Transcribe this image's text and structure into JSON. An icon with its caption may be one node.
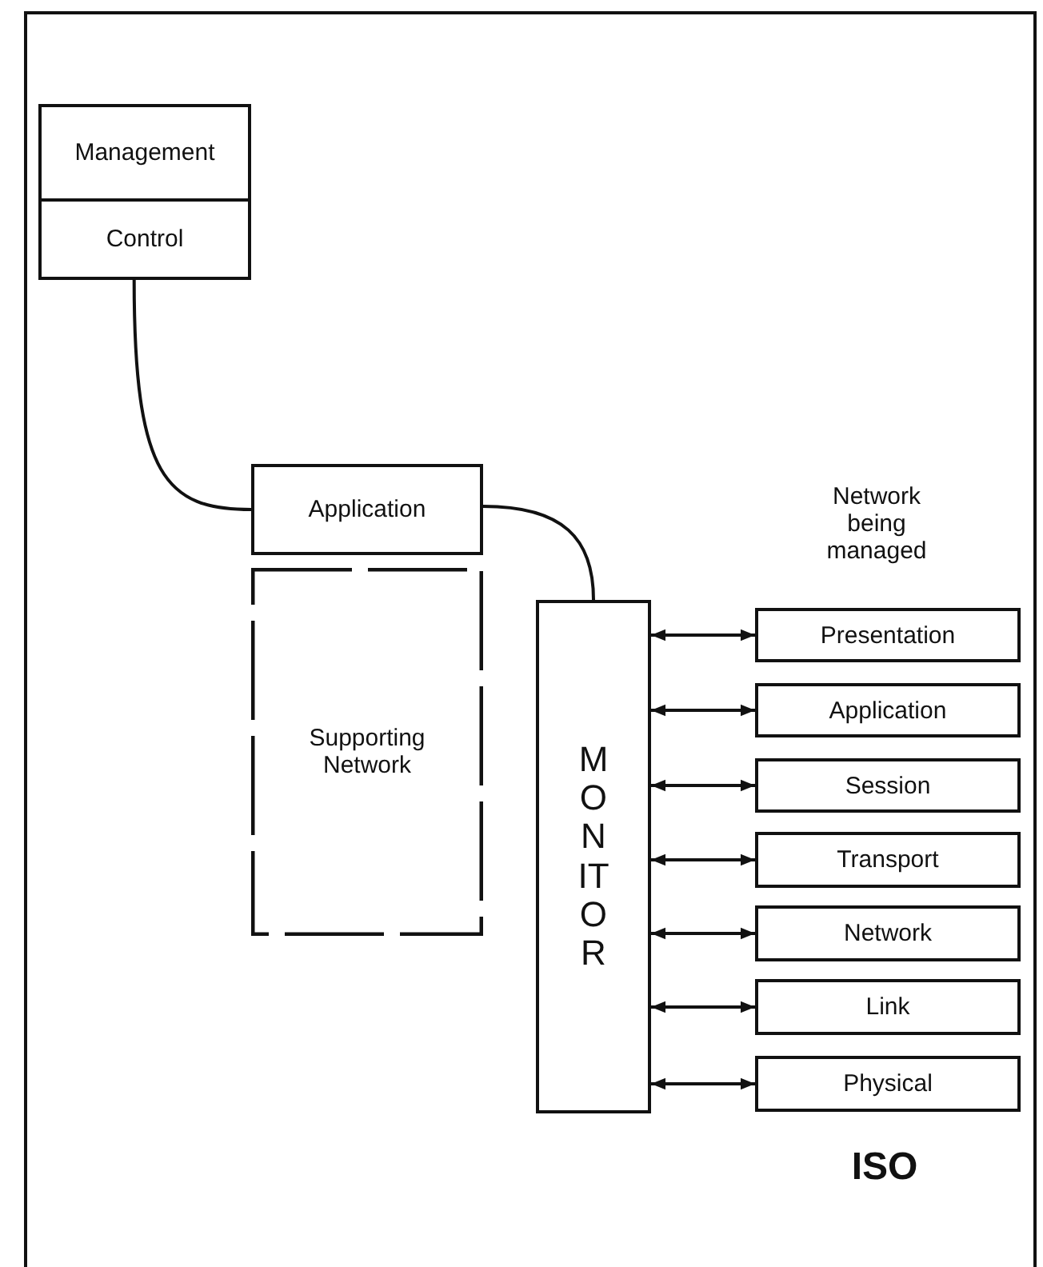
{
  "diagram": {
    "nodes": [
      {
        "text": [
          "Management"
        ]
      },
      {
        "text": [
          "Control"
        ]
      },
      {
        "text": [
          "Application"
        ]
      },
      {
        "text": [
          "Supporting Network"
        ]
      },
      {
        "text": [
          "MONITOR"
        ]
      },
      {
        "text": [
          "Presentation"
        ]
      },
      {
        "text": [
          "Application"
        ]
      },
      {
        "text": [
          "Session"
        ]
      },
      {
        "text": [
          "Transport"
        ]
      },
      {
        "text": [
          "Network"
        ]
      },
      {
        "text": [
          "Link"
        ]
      },
      {
        "text": [
          "Physical"
        ]
      }
    ],
    "edges": [
      {
        "from": 1,
        "to": 2,
        "arrow": "none"
      },
      {
        "from": 2,
        "to": 4,
        "arrow": "none"
      },
      {
        "from": 4,
        "to": 5,
        "arrow": "both"
      },
      {
        "from": 4,
        "to": 6,
        "arrow": "both"
      },
      {
        "from": 4,
        "to": 7,
        "arrow": "both"
      },
      {
        "from": 4,
        "to": 8,
        "arrow": "both"
      },
      {
        "from": 4,
        "to": 9,
        "arrow": "both"
      },
      {
        "from": 4,
        "to": 10,
        "arrow": "both"
      },
      {
        "from": 4,
        "to": 11,
        "arrow": "both"
      }
    ],
    "labels": [
      "Network being managed",
      "ISO"
    ]
  }
}
